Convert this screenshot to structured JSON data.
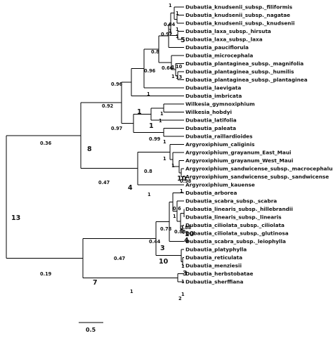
{
  "taxa": [
    "Dubautia_knudsenii_subsp._filiformis",
    "Dubautia_knudsenii_subsp._nagatae",
    "Dubautia_knudsenii_subsp._knudsenii",
    "Dubautia_laxa_subsp._hirsuta",
    "Dubautia_laxa_subsp._laxa",
    "Dubautia_pauciflorula",
    "Dubautia_microcephala",
    "Dubautia_plantaginea_subsp._magnifolia",
    "Dubautia_plantaginea_subsp._humilis",
    "Dubautia_plantaginea_subsp._plantaginea",
    "Dubautia_laevigata",
    "Dubautia_imbricata",
    "Wilkesia_gymnoxiphium",
    "Wilkesia_hobdyi",
    "Dubautia_latifolia",
    "Dubautia_paleata",
    "Dubautia_raillardioides",
    "Argyroxiphium_caliginis",
    "Argyroxiphium_grayanum_East_Maui",
    "Argyroxiphium_grayanum_West_Maui",
    "Argyroxiphium_sandwicense_subsp._macrocephalum",
    "Argyroxiphium_sandwicense_subsp._sandwicense",
    "Argyroxiphium_kauense",
    "Dubautia_arborea",
    "Dubautia_scabra_subsp._scabra",
    "Dubautia_linearis_subsp._hillebrandii",
    "Dubautia_linearis_subsp._linearis",
    "Dubautia_ciliolata_subsp._ciliolata",
    "Dubautia_ciliolata_subsp._glutinosa",
    "Dubautia_scabra_subsp._leiophylla",
    "Dubautia_platyphylla",
    "Dubautia_reticulata",
    "Dubautia_menziesii",
    "Dubautia_herbstobatae",
    "Dubautia_sherffiana"
  ],
  "branch_labels": {
    "root": "13",
    "upper_clade": "0.36",
    "lower_clade": "0.19",
    "clade_8": "8",
    "clade_7": "7",
    "clade_4": "4",
    "dubautia_main": "0.92",
    "argyroxiphium": "0.47",
    "dubautia_upper": "0.96",
    "wilkesia_group": "0.97",
    "knudsenii_laxa_group": "0.8",
    "plantaginea_group": "0.66",
    "knudsenii_laxa": "0.92",
    "knudsenii": "0.84",
    "laxa": "5",
    "node_1": "1",
    "node_099": "0.99",
    "node_1b": "1",
    "argy_a": "0.8",
    "argy_b": "10",
    "argy_c": "0.98",
    "argy_d": "1",
    "argy_e": "1",
    "lower_a": "0.47",
    "lower_b": "0.44",
    "lower_c": "0.78",
    "lower_d": "3",
    "lower_e": "10",
    "lower_f": "1",
    "lower_g": "1",
    "lower_h": "3",
    "lower_i": "1",
    "lower_j": "1",
    "lower_k": "0.6",
    "lower_l": "0.88",
    "lower_m": "0.88",
    "lower_n": "10",
    "lower_o": "4",
    "plant_a": "10",
    "plant_b": "13",
    "misc_1": "1",
    "misc_2": "1",
    "misc_3": "1",
    "misc_4": "1",
    "misc_5": "1",
    "misc_6": "1",
    "misc_7": "1",
    "misc_8": "1",
    "misc_9": "1",
    "misc_10": "1",
    "misc_11": "1",
    "misc_12": "1",
    "misc_13": "1"
  },
  "scale_bar": {
    "label": "0.5"
  }
}
